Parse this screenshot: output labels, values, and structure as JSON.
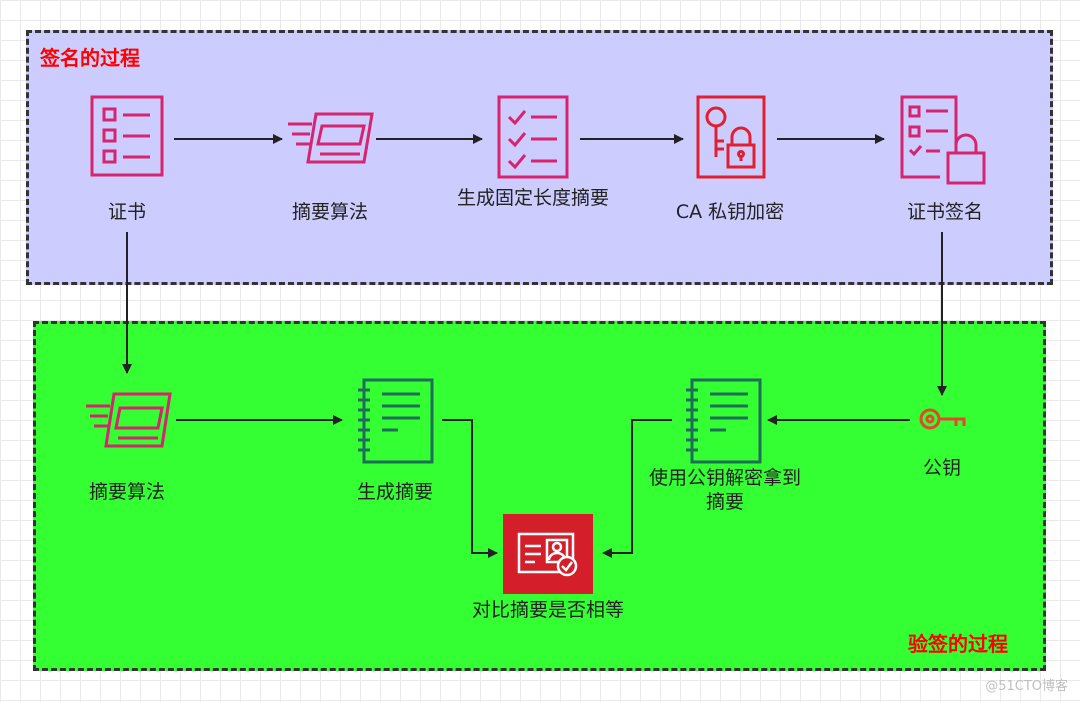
{
  "groups": {
    "sign": {
      "title": "签名的过程"
    },
    "verify": {
      "title": "验签的过程"
    }
  },
  "nodes": {
    "cert": {
      "label": "证书",
      "icon": "checklist-icon"
    },
    "digest_algo_top": {
      "label": "摘要算法",
      "icon": "document-scan-icon"
    },
    "fixed_digest": {
      "label": "生成固定长度摘要",
      "icon": "checked-list-icon"
    },
    "ca_encrypt": {
      "label": "CA 私钥加密",
      "icon": "key-lock-document-icon"
    },
    "cert_sign": {
      "label": "证书签名",
      "icon": "locked-checklist-icon"
    },
    "digest_algo_bottom": {
      "label": "摘要算法",
      "icon": "document-scan-icon"
    },
    "gen_digest": {
      "label": "生成摘要",
      "icon": "notebook-icon"
    },
    "pubkey_decrypt": {
      "label": "使用公钥解密拿到摘要",
      "icon": "notebook-icon"
    },
    "public_key": {
      "label": "公钥",
      "icon": "key-icon"
    },
    "compare": {
      "label": "对比摘要是否相等",
      "icon": "identity-certificate-icon"
    }
  },
  "colors": {
    "sign_bg": "#ccccff",
    "verify_bg": "#33ff33",
    "group_title": "#ff0000",
    "icon_pink": "#d6246e",
    "icon_red": "#e02030",
    "icon_teal": "#1f6e5a",
    "icon_key_orange": "#e8452c",
    "compare_bg": "#d41f2a"
  },
  "watermark": "@51CTO博客"
}
